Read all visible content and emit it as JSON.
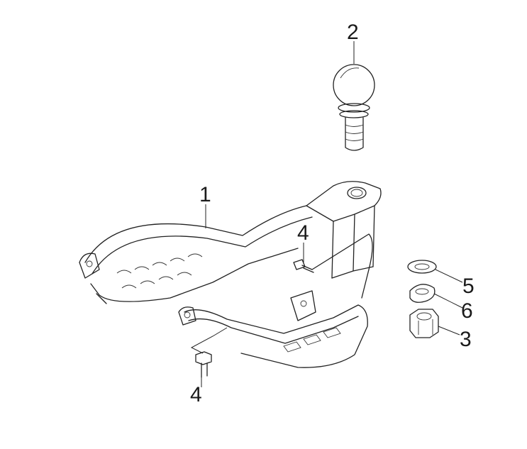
{
  "callouts": {
    "frame": "1",
    "ball": "2",
    "nut": "3",
    "bolt_upper": "4",
    "bolt_lower": "4",
    "washer": "5",
    "lock_washer": "6"
  }
}
